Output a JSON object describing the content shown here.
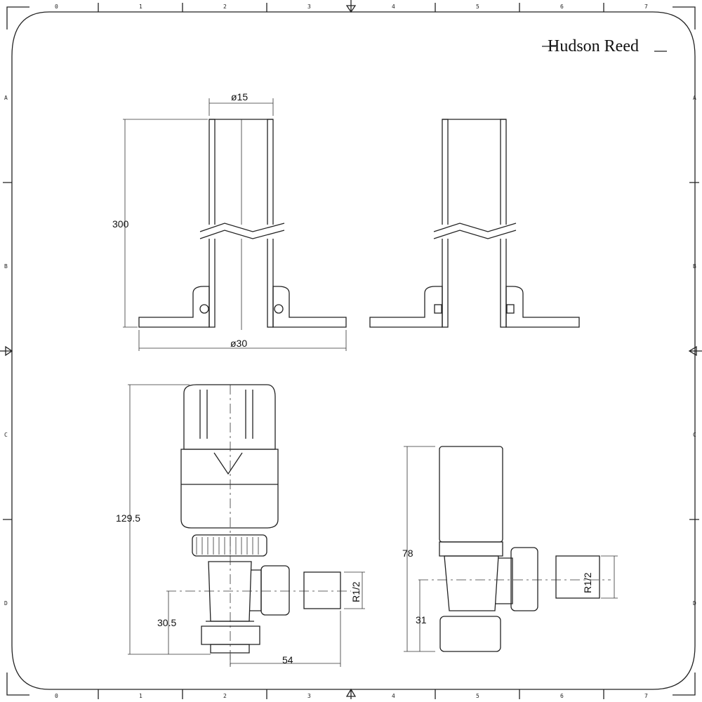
{
  "brand": {
    "logo": "Hudson Reed"
  },
  "ruler": {
    "columns": [
      "0",
      "1",
      "2",
      "3",
      "4",
      "5",
      "6",
      "7"
    ],
    "rows": [
      "A",
      "B",
      "C",
      "D"
    ]
  },
  "dimensions": {
    "pipe_diameter": "ø15",
    "pipe_length": "300",
    "flange_diameter": "ø30",
    "valve_height": "129.5",
    "valve_inlet_height": "30.5",
    "valve_width": "54",
    "valve_thread": "R1/2",
    "lockshield_height": "78",
    "lockshield_inlet_height": "31",
    "lockshield_thread": "R1/2"
  }
}
